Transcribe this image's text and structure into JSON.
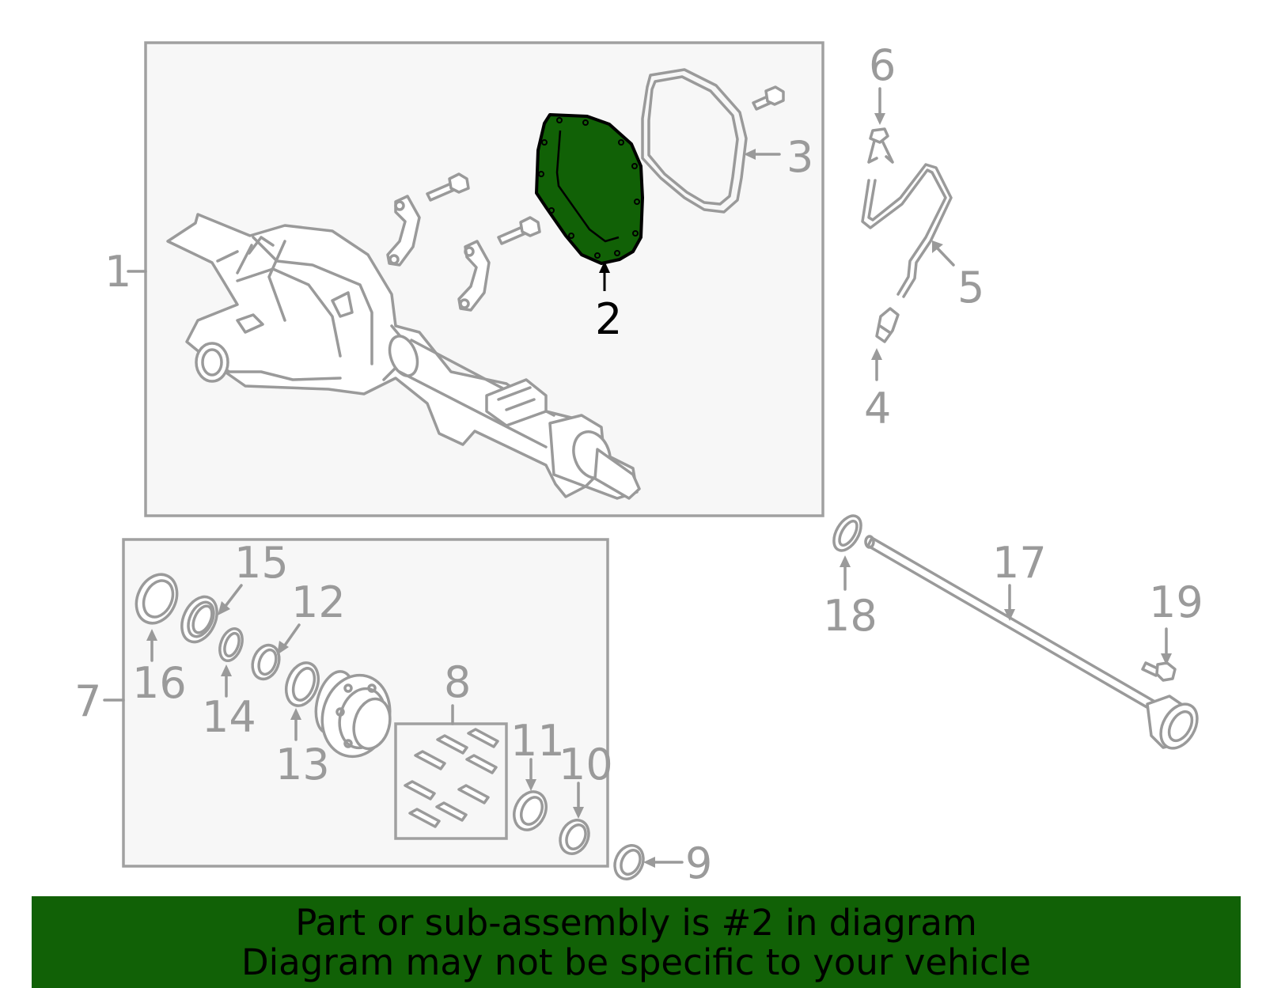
{
  "diagram": {
    "highlight_part": "2",
    "highlight_color": "#116106",
    "line_color": "#9a9a9a",
    "callouts": [
      "1",
      "2",
      "3",
      "4",
      "5",
      "6",
      "7",
      "8",
      "9",
      "10",
      "11",
      "12",
      "13",
      "14",
      "15",
      "16",
      "17",
      "18",
      "19"
    ]
  },
  "banner": {
    "line1": "Part or sub-assembly is #2 in diagram",
    "line2": "Diagram may not be specific to your vehicle",
    "background": "#116106"
  }
}
